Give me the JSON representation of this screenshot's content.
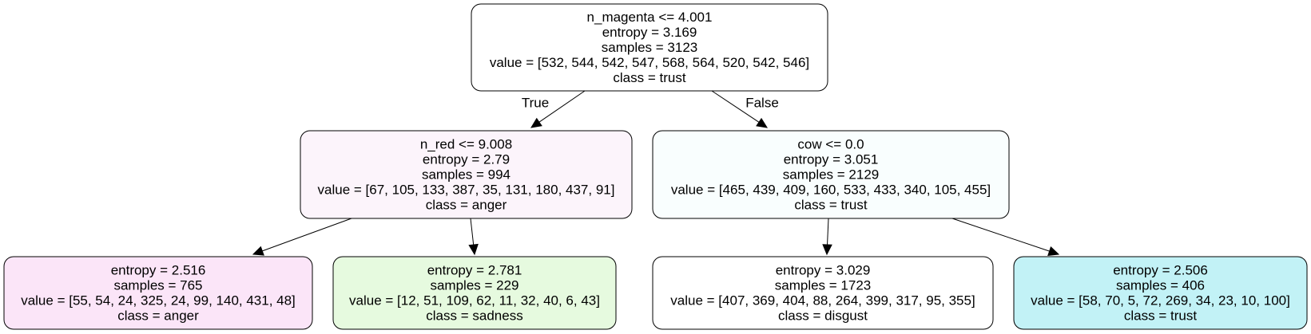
{
  "nodes": [
    {
      "id": "root",
      "fill": "#ffffff",
      "lines": [
        "n_magenta <= 4.001",
        "entropy = 3.169",
        "samples = 3123",
        "value = [532, 544, 542, 547, 568, 564, 520, 542, 546]",
        "class = trust"
      ]
    },
    {
      "id": "left",
      "fill": "#fcf4fb",
      "lines": [
        "n_red <= 9.008",
        "entropy = 2.79",
        "samples = 994",
        "value = [67, 105, 133, 387, 35, 131, 180, 437, 91]",
        "class = anger"
      ]
    },
    {
      "id": "right",
      "fill": "#f9fefe",
      "lines": [
        "cow <= 0.0",
        "entropy = 3.051",
        "samples = 2129",
        "value = [465, 439, 409, 160, 533, 433, 340, 105, 455]",
        "class = trust"
      ]
    },
    {
      "id": "leaf-1",
      "fill": "#fbe5f8",
      "lines": [
        "entropy = 2.516",
        "samples = 765",
        "value = [55, 54, 24, 325, 24, 99, 140, 431, 48]",
        "class = anger"
      ]
    },
    {
      "id": "leaf-2",
      "fill": "#e6fadf",
      "lines": [
        "entropy = 2.781",
        "samples = 229",
        "value = [12, 51, 109, 62, 11, 32, 40, 6, 43]",
        "class = sadness"
      ]
    },
    {
      "id": "leaf-3",
      "fill": "#ffffff",
      "lines": [
        "entropy = 3.029",
        "samples = 1723",
        "value = [407, 369, 404, 88, 264, 399, 317, 95, 355]",
        "class = disgust"
      ]
    },
    {
      "id": "leaf-4",
      "fill": "#c2f2f6",
      "lines": [
        "entropy = 2.506",
        "samples = 406",
        "value = [58, 70, 5, 72, 269, 34, 23, 10, 100]",
        "class = trust"
      ]
    }
  ],
  "edges": [
    {
      "id": "root-left",
      "from": "root",
      "to": "left",
      "label": "True"
    },
    {
      "id": "root-right",
      "from": "root",
      "to": "right",
      "label": "False"
    },
    {
      "id": "left-leaf-1",
      "from": "left",
      "to": "leaf-1",
      "label": ""
    },
    {
      "id": "left-leaf-2",
      "from": "left",
      "to": "leaf-2",
      "label": ""
    },
    {
      "id": "right-leaf-3",
      "from": "right",
      "to": "leaf-3",
      "label": ""
    },
    {
      "id": "right-leaf-4",
      "from": "right",
      "to": "leaf-4",
      "label": ""
    }
  ]
}
